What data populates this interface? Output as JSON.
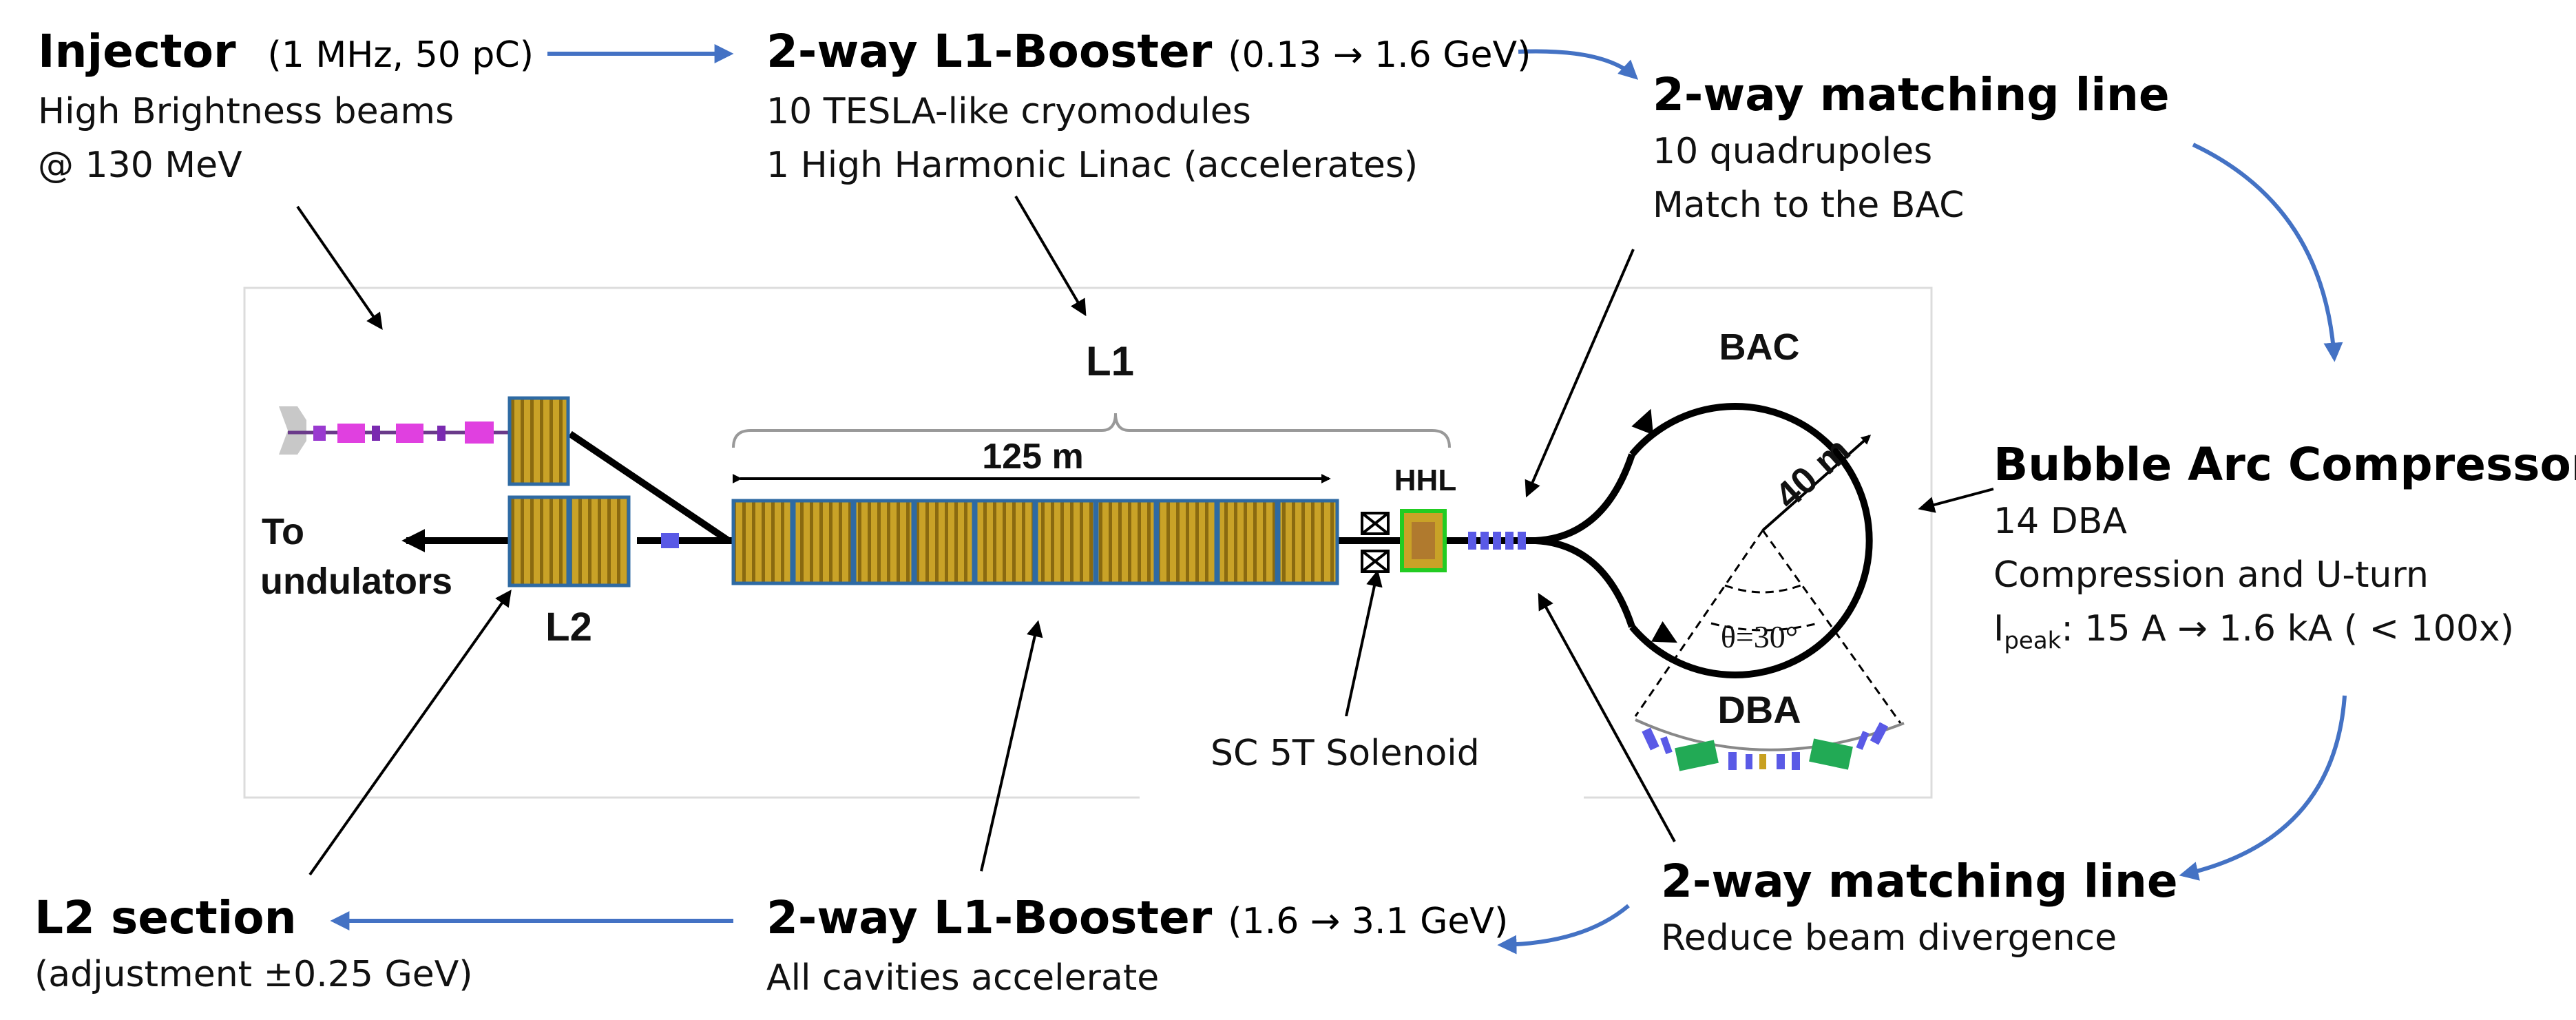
{
  "injector": {
    "title": "Injector",
    "params": "(1 MHz, 50 pC)",
    "lines": [
      "High Brightness beams",
      "@ 130 MeV"
    ]
  },
  "booster1": {
    "title": "2-way L1-Booster",
    "params": "(0.13 → 1.6 GeV)",
    "lines": [
      "10 TESLA-like cryomodules",
      "1 High Harmonic Linac (accelerates)"
    ]
  },
  "matching1": {
    "title": "2-way matching line",
    "lines": [
      "10 quadrupoles",
      "Match to the BAC"
    ]
  },
  "bac_block": {
    "title": "Bubble Arc Compressor",
    "lines": [
      "14 DBA",
      "Compression and U-turn"
    ],
    "ipeak_symbol": "I",
    "ipeak_sub": "peak",
    "ipeak_text": ": 15 A  →  1.6 kA ( < 100x)"
  },
  "matching2": {
    "title": "2-way matching line",
    "lines": [
      "Reduce beam divergence"
    ]
  },
  "booster2": {
    "title": "2-way L1-Booster",
    "params": "(1.6 → 3.1 GeV)",
    "lines": [
      "All cavities accelerate"
    ]
  },
  "l2section": {
    "title": "L2 section",
    "lines": [
      "(adjustment ±0.25 GeV)"
    ]
  },
  "schematic": {
    "l1": "L1",
    "length": "125 m",
    "hhl": "HHL",
    "to": "To",
    "undulators": "undulators",
    "l2": "L2",
    "bac": "BAC",
    "radius": "40 m",
    "theta": "θ=30°",
    "dba": "DBA",
    "solenoid": "SC 5T Solenoid"
  },
  "colors": {
    "flow_arrow": "#4472c4",
    "cryomodule_fill": "#c9a227",
    "cryomodule_border": "#2e6aa3",
    "hhl_border": "#22cc22",
    "quad": "#5a5ae6",
    "magenta": "#e040e0"
  }
}
